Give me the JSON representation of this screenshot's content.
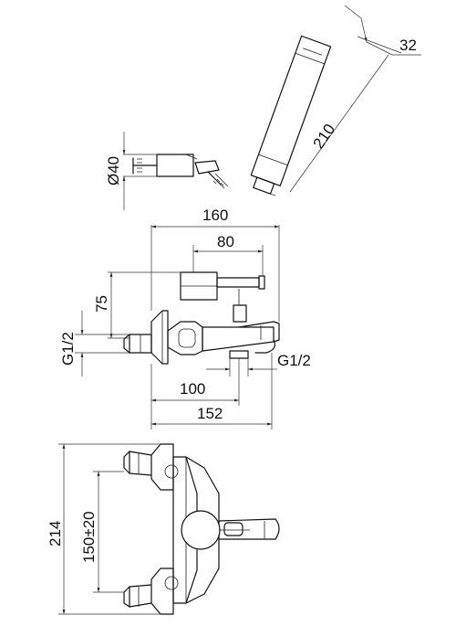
{
  "dimensions": {
    "hand_shower_head_width": "32",
    "hand_shower_length": "210",
    "holder_diameter": "Ø40",
    "overall_width": "160",
    "lever_offset": "80",
    "lever_height": "75",
    "inlet_thread_left": "G1/2",
    "outlet_thread": "G1/2",
    "spout_offset": "100",
    "spout_projection": "152",
    "overall_height": "214",
    "inlet_centers": "150±20"
  }
}
